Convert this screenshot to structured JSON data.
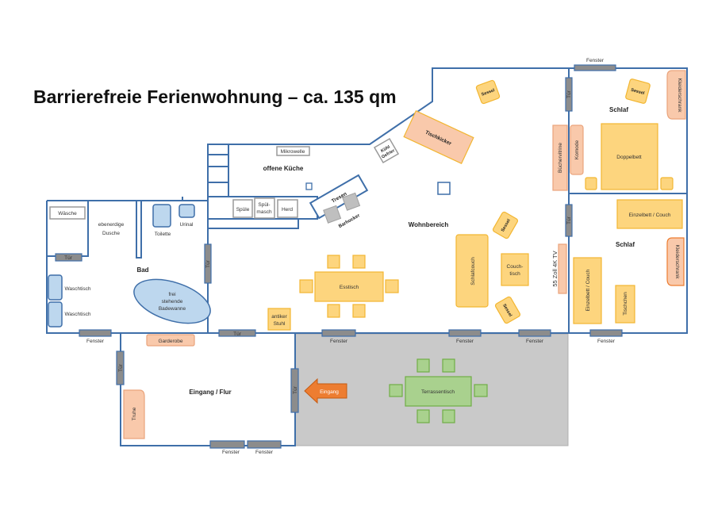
{
  "title": "Barrierefreie Ferienwohnung – ca. 135 qm",
  "rooms": {
    "bad": "Bad",
    "kueche": "offene Küche",
    "wohn": "Wohnbereich",
    "schlaf1": "Schlaf",
    "schlaf2": "Schlaf",
    "flur": "Eingang / Flur"
  },
  "labels": {
    "door": "Tür",
    "window": "Fenster",
    "waesche": "Wäsche",
    "dusche1": "ebenerdige",
    "dusche2": "Dusche",
    "toilette": "Toilette",
    "urinal": "Urinal",
    "waschtisch": "Waschtisch",
    "wanne1": "frei",
    "wanne2": "stehende",
    "wanne3": "Badewanne",
    "garderobe": "Garderobe",
    "stuhl1": "antiker",
    "stuhl2": "Stuhl",
    "esstisch": "Esstisch",
    "schlafcouch": "Schlafcouch",
    "couchtisch1": "Couch-",
    "couchtisch2": "tisch",
    "sessel": "Sessel",
    "mikrowelle": "Mikrowelle",
    "spuele": "Spüle",
    "spuelmasch1": "Spül-",
    "spuelmasch2": "masch",
    "herd": "Herd",
    "tresen": "Tresen",
    "barhocker": "Barhocker",
    "kuehl1": "Kühl",
    "kuehl2": "Gefrier",
    "tischkicker": "Tischkicker",
    "buechervitrine": "Büchervitrine",
    "komode": "Komode",
    "doppelbett": "Doppelbett",
    "kleiderschrank": "Kleiderschrank",
    "einzelbett": "Einzelbett / Couch",
    "tischchen": "Tischchen",
    "tv": "55 Zoll 4K TV",
    "truhe": "Truhe",
    "eingang": "Eingang",
    "terrassentisch": "Terrassentisch"
  },
  "colors": {
    "wall": "#3f6fa9",
    "furniture": "#fdd57e",
    "cabinet": "#f9c9ab",
    "bath": "#bdd7ee",
    "terrace": "#c8c8c8",
    "garden": "#a9d18e",
    "entrance": "#ed7d31"
  }
}
